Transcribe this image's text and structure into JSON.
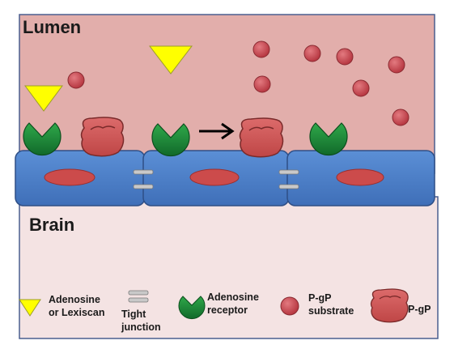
{
  "regions": {
    "lumen": "Lumen",
    "brain": "Brain"
  },
  "legend": {
    "adenosine": [
      "Adenosine",
      "or Lexiscan"
    ],
    "tight_junction": [
      "Tight",
      "junction"
    ],
    "receptor": [
      "Adenosine",
      "receptor"
    ],
    "substrate": [
      "P-gP",
      "substrate"
    ],
    "pgp": "P-gP"
  },
  "colors": {
    "lumen": "#e2aeab",
    "brain": "#f4e3e3",
    "cell": "#4f81c9",
    "nucleus": "#cc4b4b",
    "receptor": "#1d8a35",
    "ligand": "#ffff00",
    "substrate": "#c9424b",
    "pgp": "#cf5656",
    "border": "#3e5a8a"
  }
}
